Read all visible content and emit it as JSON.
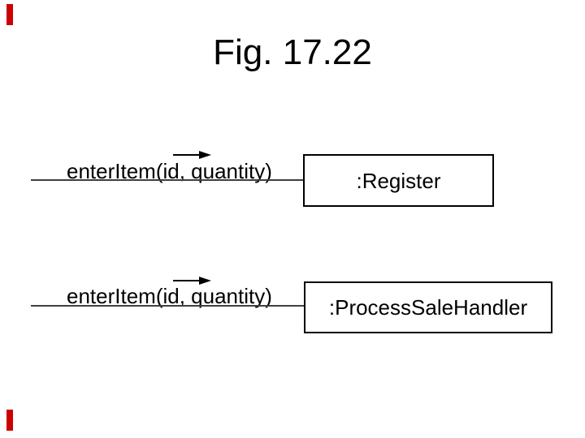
{
  "slide": {
    "title": "Fig. 17.22"
  },
  "colors": {
    "accent_red": "#cc0000",
    "ink": "#000000",
    "connector_line": "#3f3f3f"
  },
  "diagram": {
    "groups": [
      {
        "message": "enterItem(id, quantity)",
        "target_object": ":Register"
      },
      {
        "message": "enterItem(id, quantity)",
        "target_object": ":ProcessSaleHandler"
      }
    ]
  }
}
